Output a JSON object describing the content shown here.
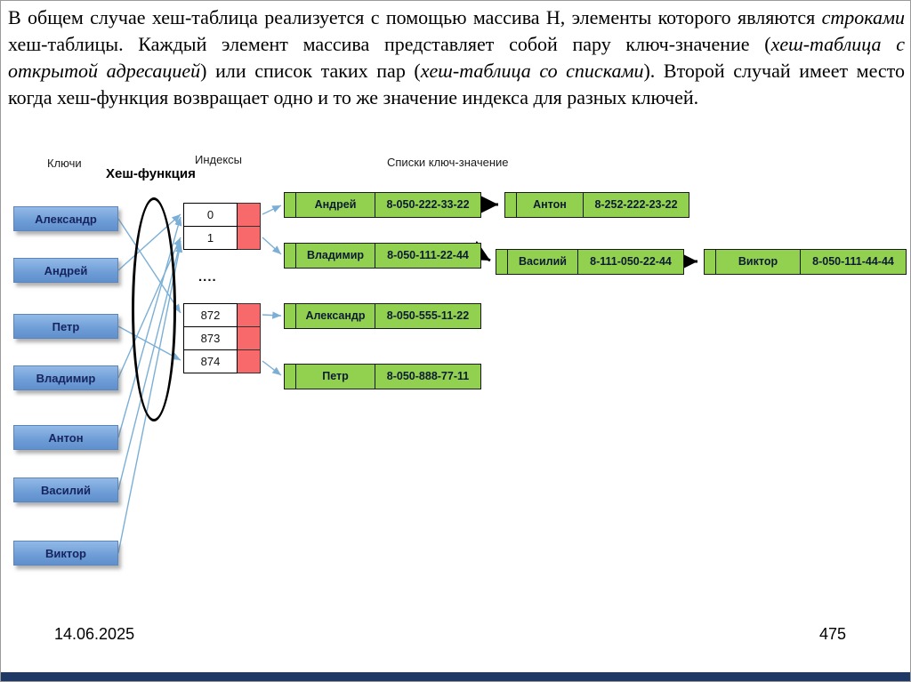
{
  "colors": {
    "key_box": "#6d9cd6",
    "green_box": "#92d050",
    "red_cell": "#f8696b",
    "arrow_blue": "#7bafd6",
    "bottom_bar": "#1f3864"
  },
  "intro": {
    "segments": [
      {
        "text": "В общем случае хеш-таблица реализуется с помощью  массива  Н, элементы которого являются "
      },
      {
        "text": "строками"
      },
      {
        "text": " хеш-таблицы. Каждый элемент массива представляет собой пару ключ-значение ("
      },
      {
        "text": "хеш-таблица с открытой адресацией"
      },
      {
        "text": ") или список таких пар ("
      },
      {
        "text": "хеш-таблица со списками"
      },
      {
        "text": ").  Второй случай имеет место когда хеш-функция возвращает одно и то же значение индекса для разных ключей."
      }
    ]
  },
  "diagram": {
    "labels": {
      "keys": "Ключи",
      "hash_function": "Хеш-функция",
      "indexes": "Индексы",
      "lists": "Списки ключ-значение"
    },
    "keys": [
      "Александр",
      "Андрей",
      "Петр",
      "Владимир",
      "Антон",
      "Василий",
      "Виктор"
    ],
    "index_rows": [
      "0",
      "1",
      "872",
      "873",
      "874"
    ],
    "ellipsis": "....",
    "lists": [
      {
        "index": "0",
        "chain": [
          {
            "name": "Андрей",
            "phone": "8-050-222-33-22"
          },
          {
            "name": "Антон",
            "phone": "8-252-222-23-22"
          }
        ]
      },
      {
        "index": "1",
        "chain": [
          {
            "name": "Владимир",
            "phone": "8-050-111-22-44"
          },
          {
            "name": "Василий",
            "phone": "8-111-050-22-44"
          },
          {
            "name": "Виктор",
            "phone": "8-050-111-44-44"
          }
        ]
      },
      {
        "index": "872",
        "chain": [
          {
            "name": "Александр",
            "phone": "8-050-555-11-22"
          }
        ]
      },
      {
        "index": "874",
        "chain": [
          {
            "name": "Петр",
            "phone": "8-050-888-77-11"
          }
        ]
      }
    ]
  },
  "footer": {
    "date": "14.06.2025",
    "page": "475"
  }
}
